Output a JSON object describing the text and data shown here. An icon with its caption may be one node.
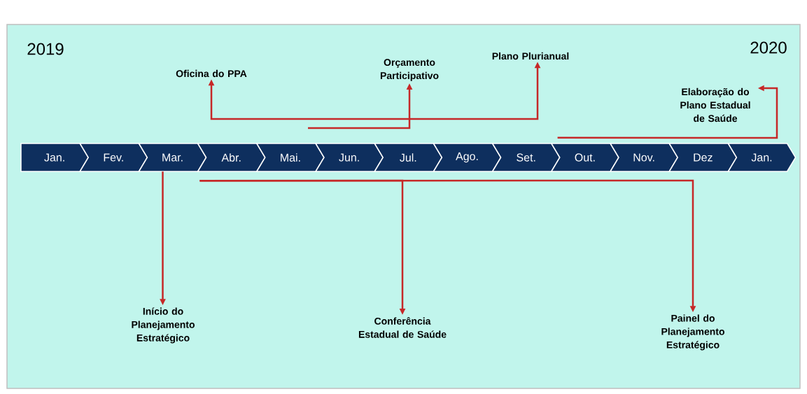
{
  "diagram": {
    "nodes": [
      {
        "text": [
          "Jan."
        ]
      },
      {
        "text": [
          "Fev."
        ]
      },
      {
        "text": [
          "Mar."
        ]
      },
      {
        "text": [
          "Abr."
        ]
      },
      {
        "text": [
          "Mai."
        ]
      },
      {
        "text": [
          "Jun."
        ]
      },
      {
        "text": [
          "Jul."
        ]
      },
      {
        "text": [
          "Ago."
        ]
      },
      {
        "text": [
          "Set."
        ]
      },
      {
        "text": [
          "Out."
        ]
      },
      {
        "text": [
          "Nov."
        ]
      },
      {
        "text": [
          "Dez"
        ]
      },
      {
        "text": [
          "Jan."
        ]
      },
      {
        "text": [
          "Oficina do PPA"
        ]
      },
      {
        "text": [
          "Orçamento Participativo"
        ]
      },
      {
        "text": [
          "Plano Plurianual"
        ]
      },
      {
        "text": [
          "Elaboração do Plano Estadual de Saúde"
        ]
      },
      {
        "text": [
          "Início do Planejamento Estratégico"
        ]
      },
      {
        "text": [
          "Conferência Estadual de Saúde"
        ]
      },
      {
        "text": [
          "Painel do Planejamento Estratégico"
        ]
      }
    ],
    "edges": [
      {
        "from": 13,
        "to": 15,
        "arrow": "both"
      },
      {
        "from": null,
        "to": 14,
        "arrow": "to"
      },
      {
        "from": 9,
        "to": 16,
        "arrow": "to"
      },
      {
        "from": 2,
        "to": 17,
        "arrow": "to"
      },
      {
        "from": 3,
        "to": 18,
        "arrow": "to"
      },
      {
        "from": 3,
        "to": 19,
        "arrow": "to"
      }
    ],
    "labels": [
      "2019",
      "2020"
    ]
  }
}
